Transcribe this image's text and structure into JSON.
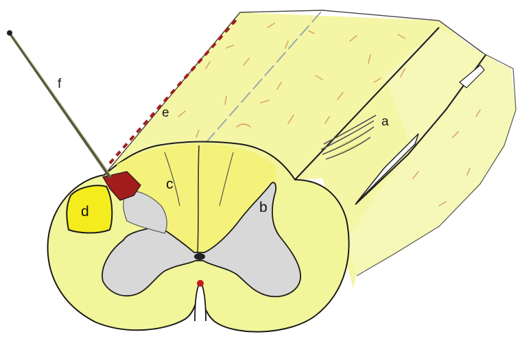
{
  "labels": {
    "a": "a",
    "b": "b",
    "c": "c",
    "d": "d",
    "e": "e",
    "f": "f"
  },
  "colors": {
    "white_matter": "#f2f59a",
    "white_matter_light": "#f7f9bd",
    "dorsal_columns": "#f4f27a",
    "grey_matter": "#d8d8d8",
    "lesion_d": "#f4ec1c",
    "red_region": "#a31c1c",
    "fibers": "#d9a46a",
    "outline": "#1a1a1a"
  }
}
